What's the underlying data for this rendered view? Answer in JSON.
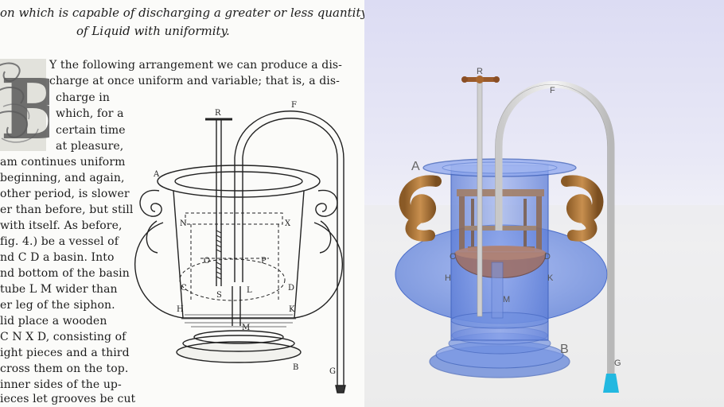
{
  "book_page": {
    "heading_line1": "on which is capable of discharging a greater or less quantity",
    "heading_line2": "of Liquid with uniformity.",
    "drop_cap": "B",
    "lines": [
      "Y the following arrangement we can produce a dis-",
      "charge at once uniform and variable; that is, a dis-",
      "charge in",
      "which, for a",
      "certain time",
      "at pleasure,",
      "am continues uniform",
      "beginning, and again,",
      "other period, is slower",
      "er than before, but still",
      "with itself.  As before,",
      "fig. 4.) be a vessel of",
      "nd C D a basin.  Into",
      "nd bottom of the basin",
      "tube L M wider than",
      "er leg of the siphon.",
      "lid place a wooden",
      "C N X D, consisting of",
      "ight pieces and a third",
      "cross them on the top.",
      "inner sides of the up-",
      "ieces let grooves be cut"
    ],
    "figure_labels": {
      "A": "A",
      "B": "B",
      "C": "C",
      "D": "D",
      "F": "F",
      "G": "G",
      "H": "H",
      "K": "K",
      "L": "L",
      "M": "M",
      "N": "N",
      "O": "O",
      "P": "P",
      "R": "R",
      "S": "S",
      "X": "X"
    }
  },
  "model_view": {
    "labels": {
      "A": "A",
      "B": "B",
      "C": "C",
      "D": "D",
      "F": "F",
      "G": "G",
      "H": "H",
      "K": "K",
      "M": "M",
      "R": "R"
    },
    "colors": {
      "vessel": "#6f8fe0",
      "handles": "#b07838",
      "knob": "#9a5a2a",
      "siphon": "#d8d8d8",
      "siphon_tip": "#22b8e0",
      "basin": "#9d7068"
    }
  }
}
